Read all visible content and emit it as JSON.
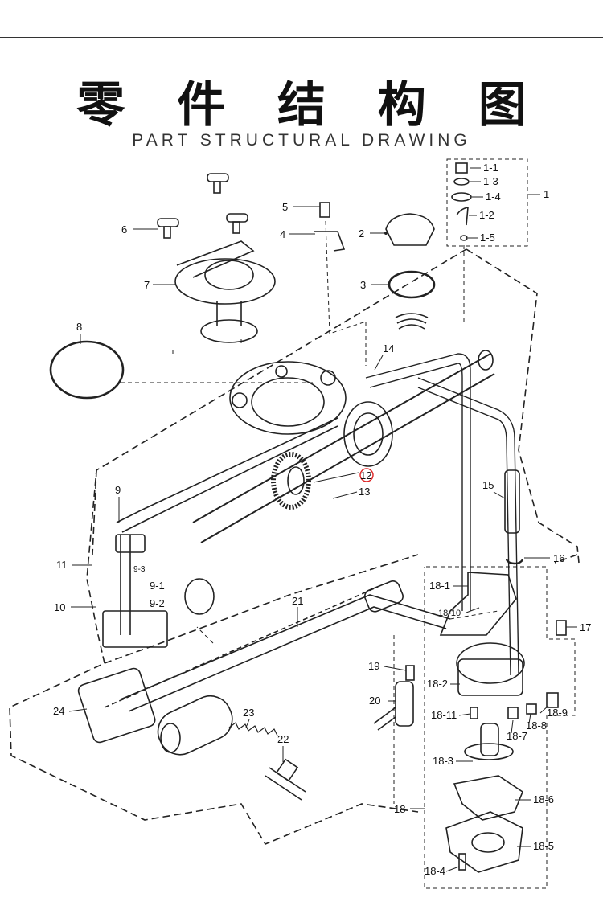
{
  "header": {
    "title": "零 件 结 构 图",
    "subtitle": "PART STRUCTURAL DRAWING"
  },
  "callouts": {
    "p1": "1",
    "p1_1": "1-1",
    "p1_3": "1-3",
    "p1_4": "1-4",
    "p1_2": "1-2",
    "p1_5": "1-5",
    "p2": "2",
    "p3": "3",
    "p4": "4",
    "p5": "5",
    "p6": "6",
    "p7": "7",
    "p8": "8",
    "p9": "9",
    "p9_1": "9-1",
    "p9_2": "9-2",
    "p9_3": "9-3",
    "p10": "10",
    "p11": "11",
    "p12": "12",
    "p13": "13",
    "p14": "14",
    "p15": "15",
    "p16": "16",
    "p17": "17",
    "p18": "18",
    "p18_1": "18-1",
    "p18_10": "18-10",
    "p18_2": "18-2",
    "p18_11": "18-11",
    "p18_9": "18-9",
    "p18_8": "18-8",
    "p18_7": "18-7",
    "p18_3": "18-3",
    "p18_6": "18-6",
    "p18_5": "18-5",
    "p18_4": "18-4",
    "p19": "19",
    "p20": "20",
    "p21": "21",
    "p22": "22",
    "p23": "23",
    "p24": "24"
  }
}
